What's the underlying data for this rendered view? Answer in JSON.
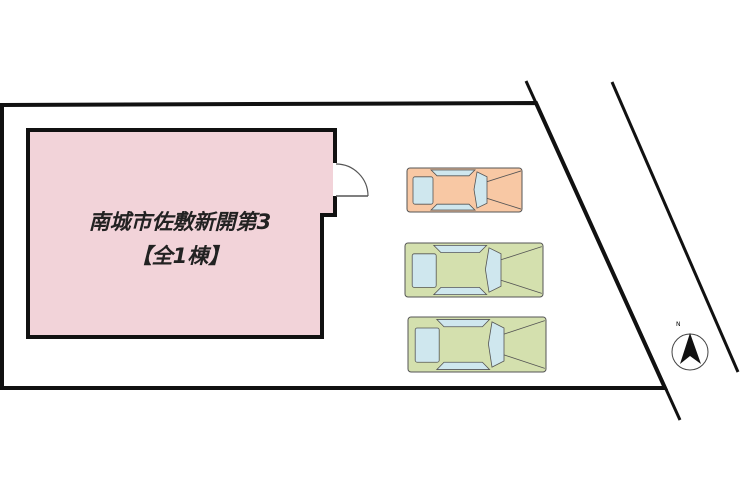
{
  "site_plan": {
    "building_label": "南城市佐敷新開第3",
    "building_sublabel": "【全1棟】",
    "compass_label": "N",
    "colors": {
      "building": "#f2d3d9",
      "car_orange": "#f8c8a4",
      "car_green": "#d4e0ae",
      "glass": "#cfe7ee"
    },
    "parking_spaces": 3
  }
}
